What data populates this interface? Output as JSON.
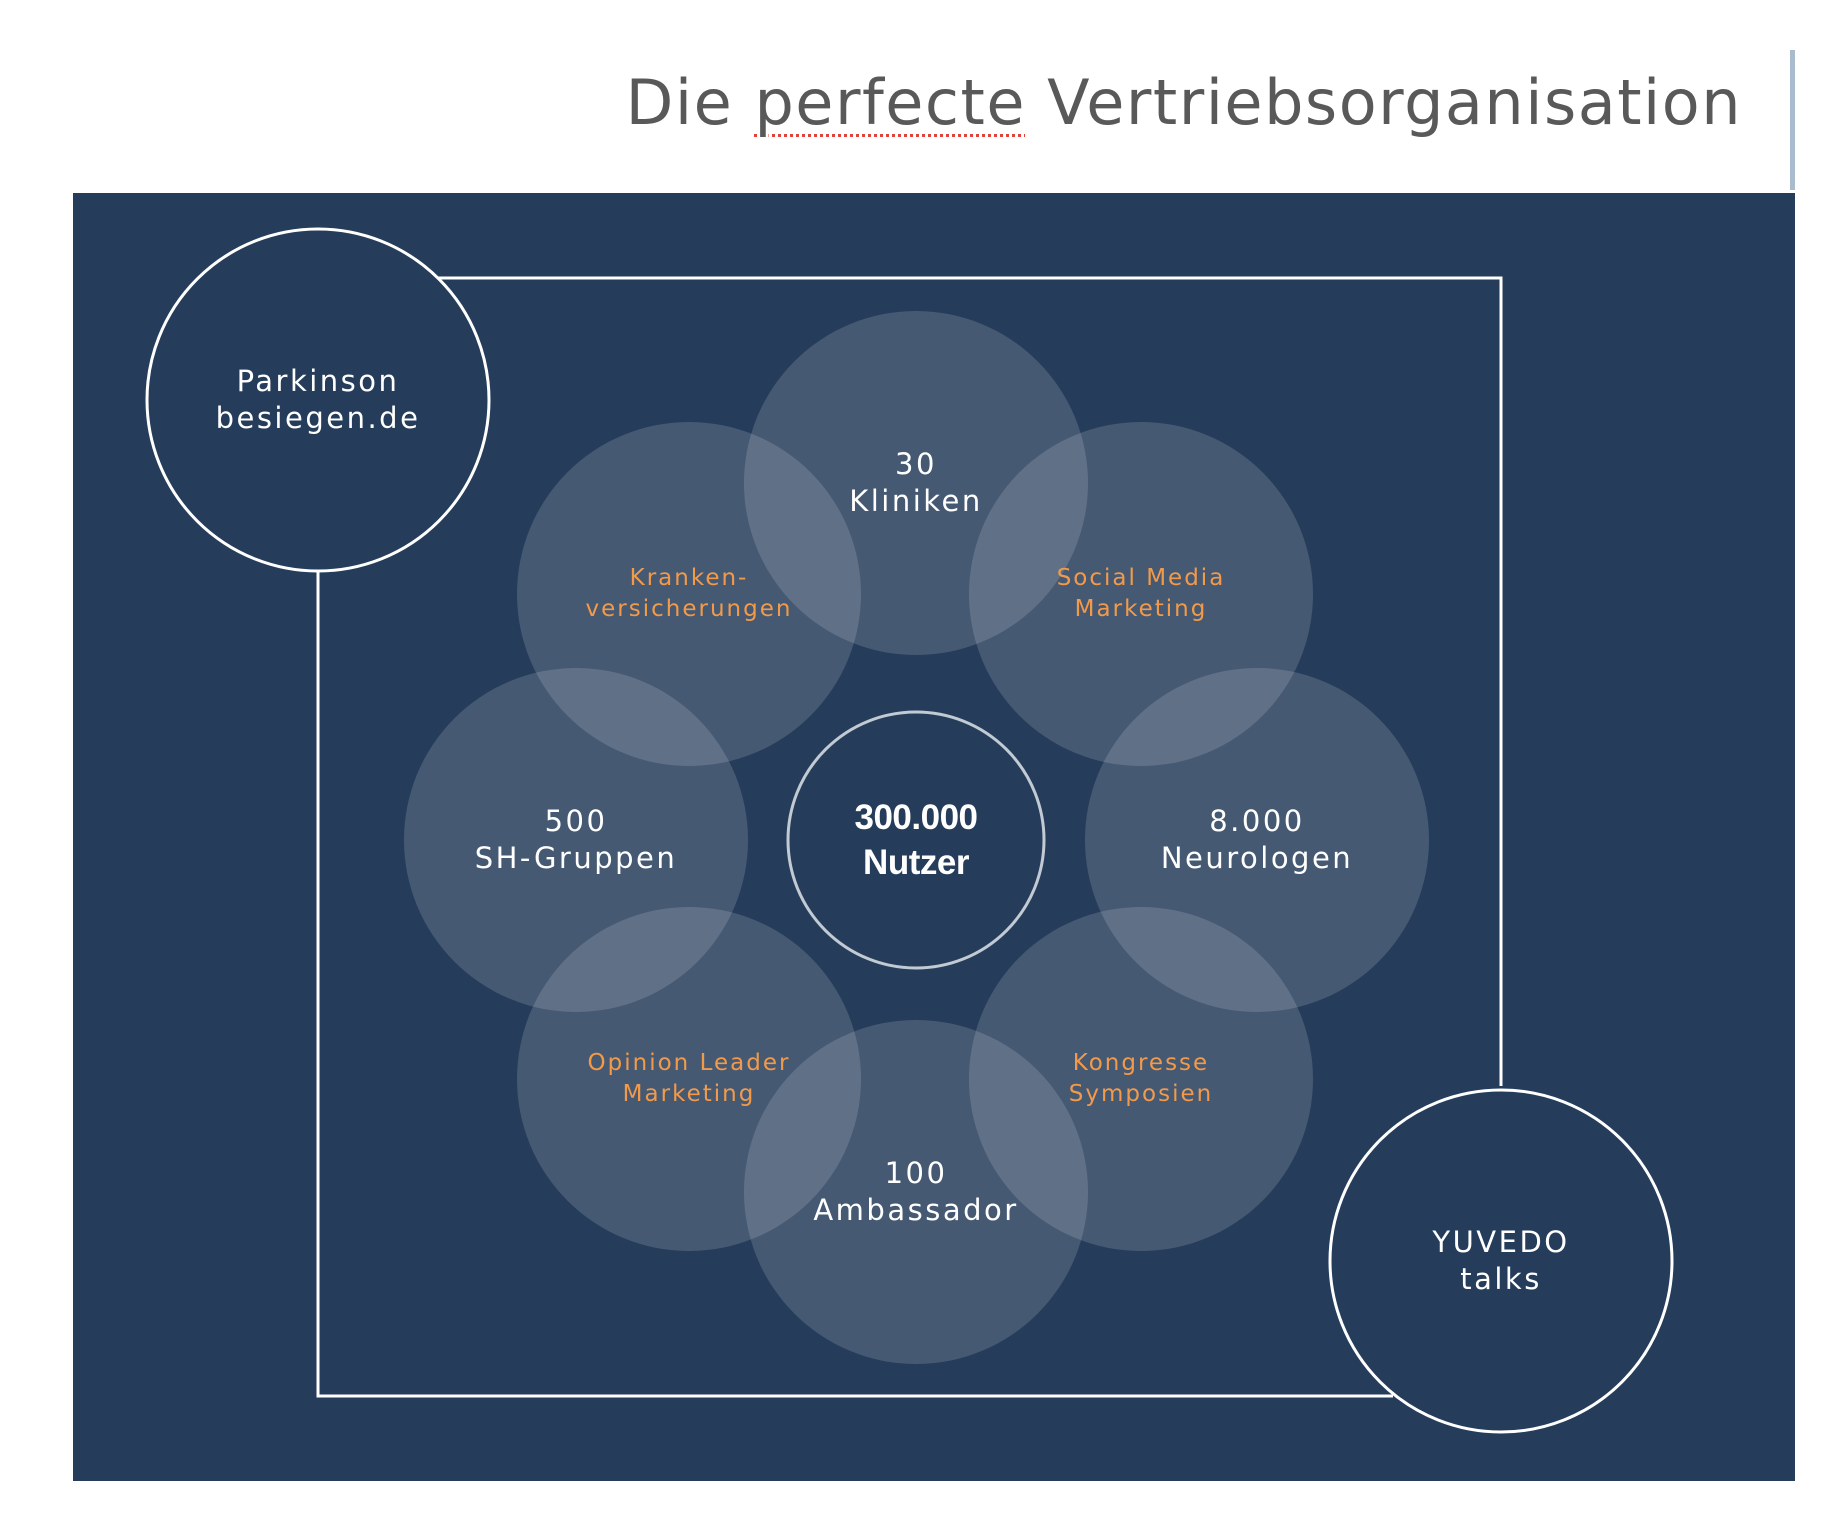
{
  "title": {
    "before": "Die ",
    "misspelled": "perfecte",
    "after": " Vertriebsorganisation"
  },
  "colors": {
    "background": "#253d5b",
    "petal_fill": "#ffffff",
    "line": "#ffffff",
    "orange_text": "#f29a4a",
    "title_text": "#595959",
    "spellcheck_underline": "#e0423a",
    "accent_bar": "#a9bccd"
  },
  "corner_nodes": {
    "top_left": {
      "line1": "Parkinson",
      "line2": "besiegen.de"
    },
    "bottom_right": {
      "line1": "YUVEDO",
      "line2": "talks"
    }
  },
  "center": {
    "line1": "300.000",
    "line2": "Nutzer"
  },
  "petals": {
    "top": {
      "line1": "30",
      "line2": "Kliniken"
    },
    "top_right": {
      "line1": "Social Media",
      "line2": "Marketing"
    },
    "right": {
      "line1": "8.000",
      "line2": "Neurologen"
    },
    "bottom_right": {
      "line1": "Kongresse",
      "line2": "Symposien"
    },
    "bottom": {
      "line1": "100",
      "line2": "Ambassador"
    },
    "bottom_left": {
      "line1": "Opinion Leader",
      "line2": "Marketing"
    },
    "left": {
      "line1": "500",
      "line2": "SH-Gruppen"
    },
    "top_left": {
      "line1": "Kranken-",
      "line2": "versicherungen"
    }
  }
}
